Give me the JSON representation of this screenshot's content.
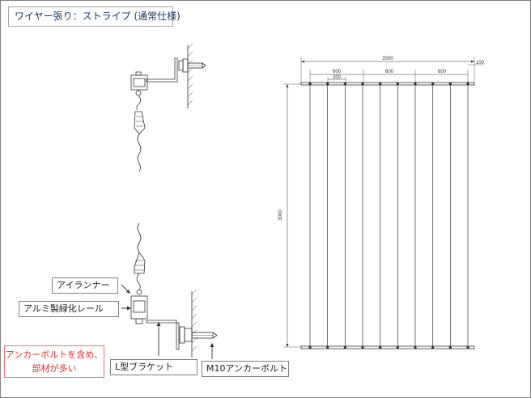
{
  "title": "ワイヤー張り：ストライプ (通常仕様)",
  "callouts": {
    "eye_runner": "アイランナー",
    "aluminum_rail": "アルミ製緑化レール",
    "l_bracket": "L型ブラケット",
    "anchor_bolt": "M10アンカーボルト"
  },
  "note": {
    "line1": "アンカーボルトを含め、",
    "line2": "部材が多い"
  },
  "dimensions": {
    "total_width": "2000",
    "edge_offset": "100",
    "spacing_1": "600",
    "spacing_2": "600",
    "spacing_3": "600",
    "wire_pitch": "200",
    "height": "3000"
  },
  "colors": {
    "title_text": "#1f3864",
    "note_text": "#e0302f",
    "note_border": "#ff6b6b",
    "line": "#333333"
  },
  "wire_count": 10
}
